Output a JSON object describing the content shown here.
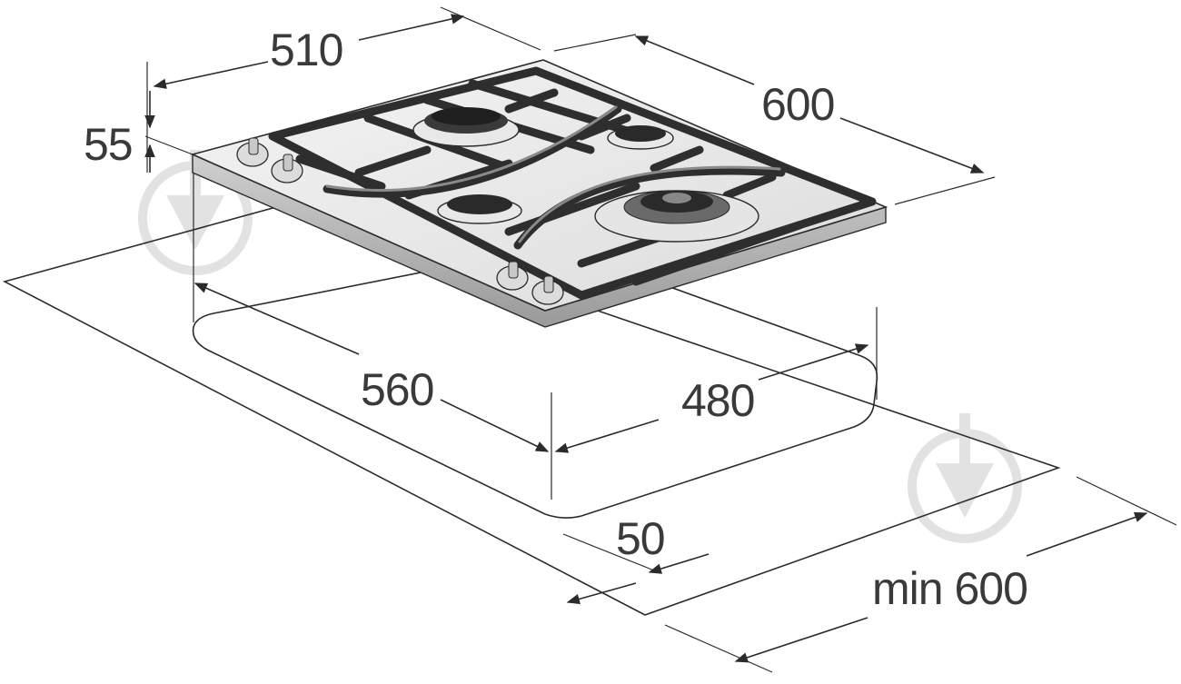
{
  "diagram": {
    "dimensions": {
      "hob_width": "510",
      "hob_depth": "600",
      "hob_height": "55",
      "cutout_width": "560",
      "cutout_depth": "480",
      "edge_distance": "50",
      "worktop_depth": "min 600"
    },
    "colors": {
      "line": "#2b2b2b",
      "text": "#3a3a3a",
      "watermark": "#e2e2e2"
    },
    "icons": [
      "watermark-logo-icon",
      "burner-icon",
      "control-knob-icon",
      "dimension-arrow-icon"
    ]
  }
}
